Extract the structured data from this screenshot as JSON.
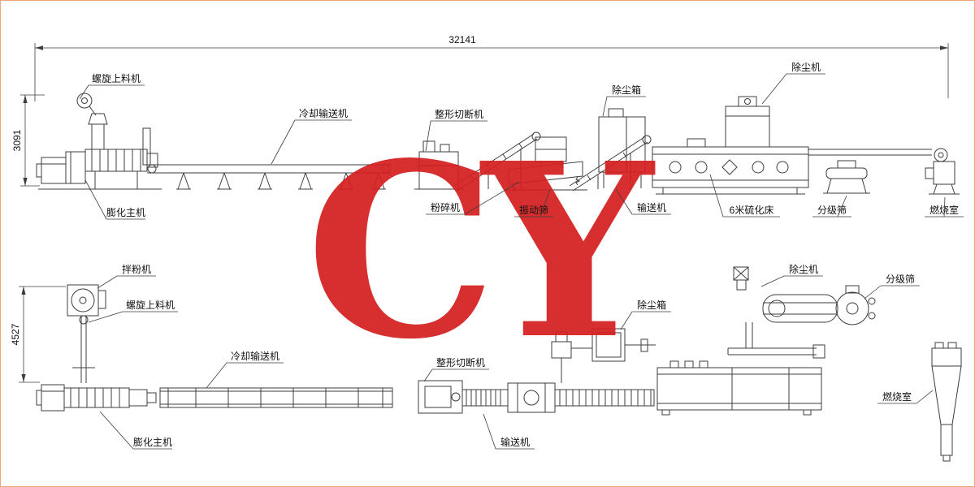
{
  "colors": {
    "line": "#3d3d3d",
    "watermark": "#d42020",
    "border": "#e8a87c",
    "background": "#ffffff"
  },
  "watermark_text": "CY",
  "dimensions": {
    "overall_length": "32141",
    "elevation_height": "3091",
    "plan_height": "4527"
  },
  "elevation_view": {
    "labels": {
      "screw_feeder": "螺旋上料机",
      "cooling_conveyor": "冷却输送机",
      "shaping_cutter": "整形切断机",
      "dust_box": "除尘箱",
      "dust_collector": "除尘机",
      "extruder": "膨化主机",
      "crusher": "粉碎机",
      "vibrating_screen": "振动筛",
      "conveyor": "输送机",
      "fluidized_bed": "6米硫化床",
      "grading_screen": "分级筛",
      "combustion_chamber": "燃烧室"
    }
  },
  "plan_view": {
    "labels": {
      "powder_mixer": "拌粉机",
      "screw_feeder": "螺旋上料机",
      "cooling_conveyor": "冷却输送机",
      "extruder": "膨化主机",
      "shaping_cutter": "整形切断机",
      "conveyor": "输送机",
      "dust_box": "除尘箱",
      "dust_collector": "除尘机",
      "grading_screen": "分级筛",
      "combustion_chamber": "燃烧室"
    }
  }
}
